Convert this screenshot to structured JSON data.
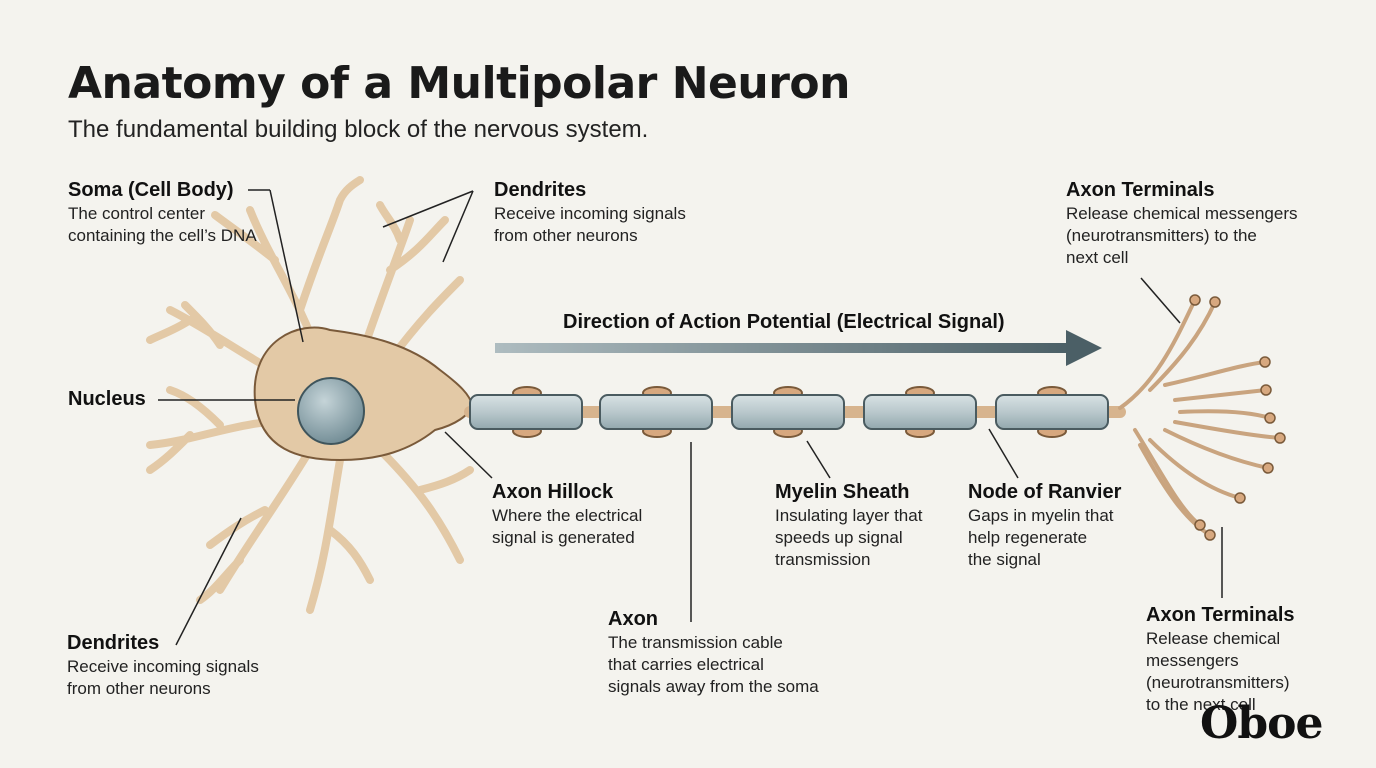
{
  "header": {
    "title": "Anatomy of a Multipolar Neuron",
    "subtitle": "The fundamental building block of the nervous system."
  },
  "arrow_label": "Direction of Action Potential (Electrical Signal)",
  "labels": {
    "soma": {
      "head": "Soma (Cell Body)",
      "desc": "The control center\ncontaining the cell’s DNA"
    },
    "dendrites_top": {
      "head": "Dendrites",
      "desc": "Receive incoming signals\nfrom other neurons"
    },
    "terminals_top": {
      "head": "Axon Terminals",
      "desc": "Release chemical messengers\n(neurotransmitters) to the\nnext cell"
    },
    "nucleus": {
      "head": "Nucleus"
    },
    "hillock": {
      "head": "Axon Hillock",
      "desc": "Where the electrical\nsignal is generated"
    },
    "myelin": {
      "head": "Myelin Sheath",
      "desc": "Insulating layer that\nspeeds up signal\ntransmission"
    },
    "ranvier": {
      "head": "Node of Ranvier",
      "desc": "Gaps in myelin that\nhelp regenerate\nthe signal"
    },
    "axon": {
      "head": "Axon",
      "desc": "The transmission cable\nthat carries electrical\nsignals away from the soma"
    },
    "dendrites_bottom": {
      "head": "Dendrites",
      "desc": "Receive incoming signals\nfrom other neurons"
    },
    "terminals_bottom": {
      "head": "Axon Terminals",
      "desc": "Release chemical\nmessengers\n(neurotransmitters)\nto the next cell"
    }
  },
  "logo": "Oboe",
  "colors": {
    "cell_fill": "#e3c9a6",
    "cell_stroke": "#7a5a3a",
    "nucleus_fill": "#8fa5ad",
    "myelin_fill": "#b9c8cc",
    "arrow": "#4b5f66",
    "background": "#f4f3ee"
  }
}
